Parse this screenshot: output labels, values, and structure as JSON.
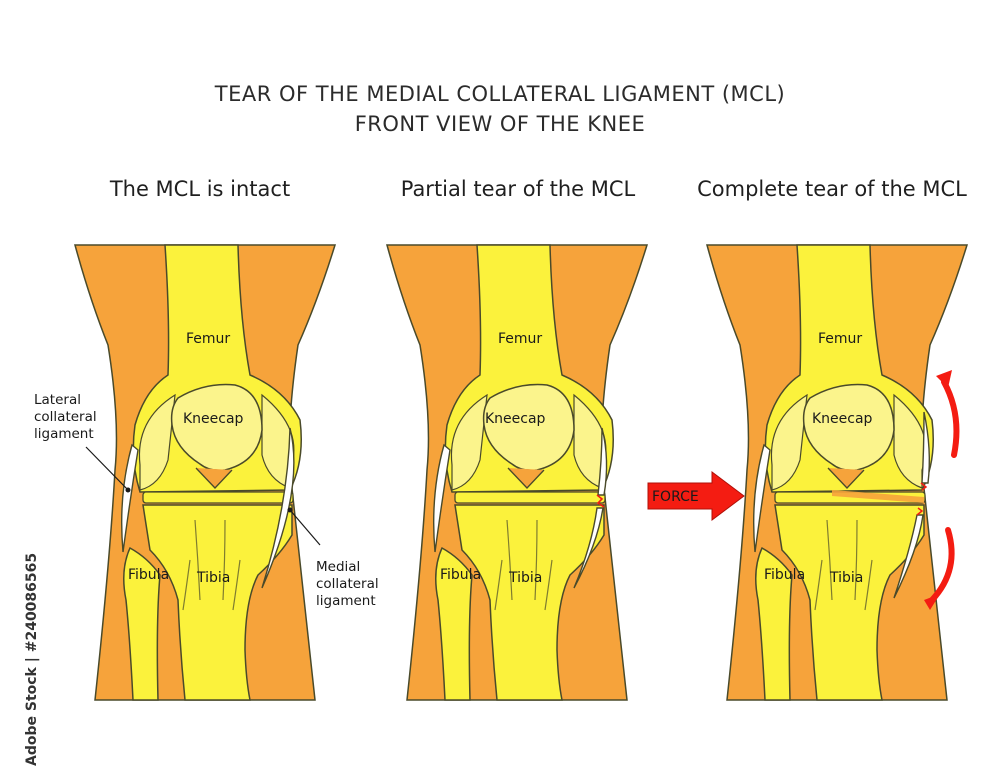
{
  "title": {
    "line1": "TEAR OF THE MEDIAL COLLATERAL LIGAMENT (MCL)",
    "line2": "FRONT VIEW OF THE KNEE"
  },
  "panels": [
    {
      "title": "The MCL is intact",
      "labels": {
        "femur": "Femur",
        "kneecap": "Kneecap",
        "fibula": "Fibula",
        "tibia": "Tibia"
      }
    },
    {
      "title": "Partial tear of the MCL",
      "labels": {
        "femur": "Femur",
        "kneecap": "Kneecap",
        "fibula": "Fibula",
        "tibia": "Tibia"
      }
    },
    {
      "title": "Complete tear of the MCL",
      "labels": {
        "femur": "Femur",
        "kneecap": "Kneecap",
        "fibula": "Fibula",
        "tibia": "Tibia"
      }
    }
  ],
  "callouts": {
    "lcl": [
      "Lateral",
      "collateral",
      "ligament"
    ],
    "mcl": [
      "Medial",
      "collateral",
      "ligament"
    ]
  },
  "force_label": "FORCE",
  "watermark": "Adobe Stock | #240086565",
  "colors": {
    "skin": "#f6a33b",
    "bone": "#fbf23c",
    "bone_light": "#fbf48c",
    "outline": "#4a4a2a",
    "ligament": "#ffffff",
    "force_red": "#f41c12"
  }
}
